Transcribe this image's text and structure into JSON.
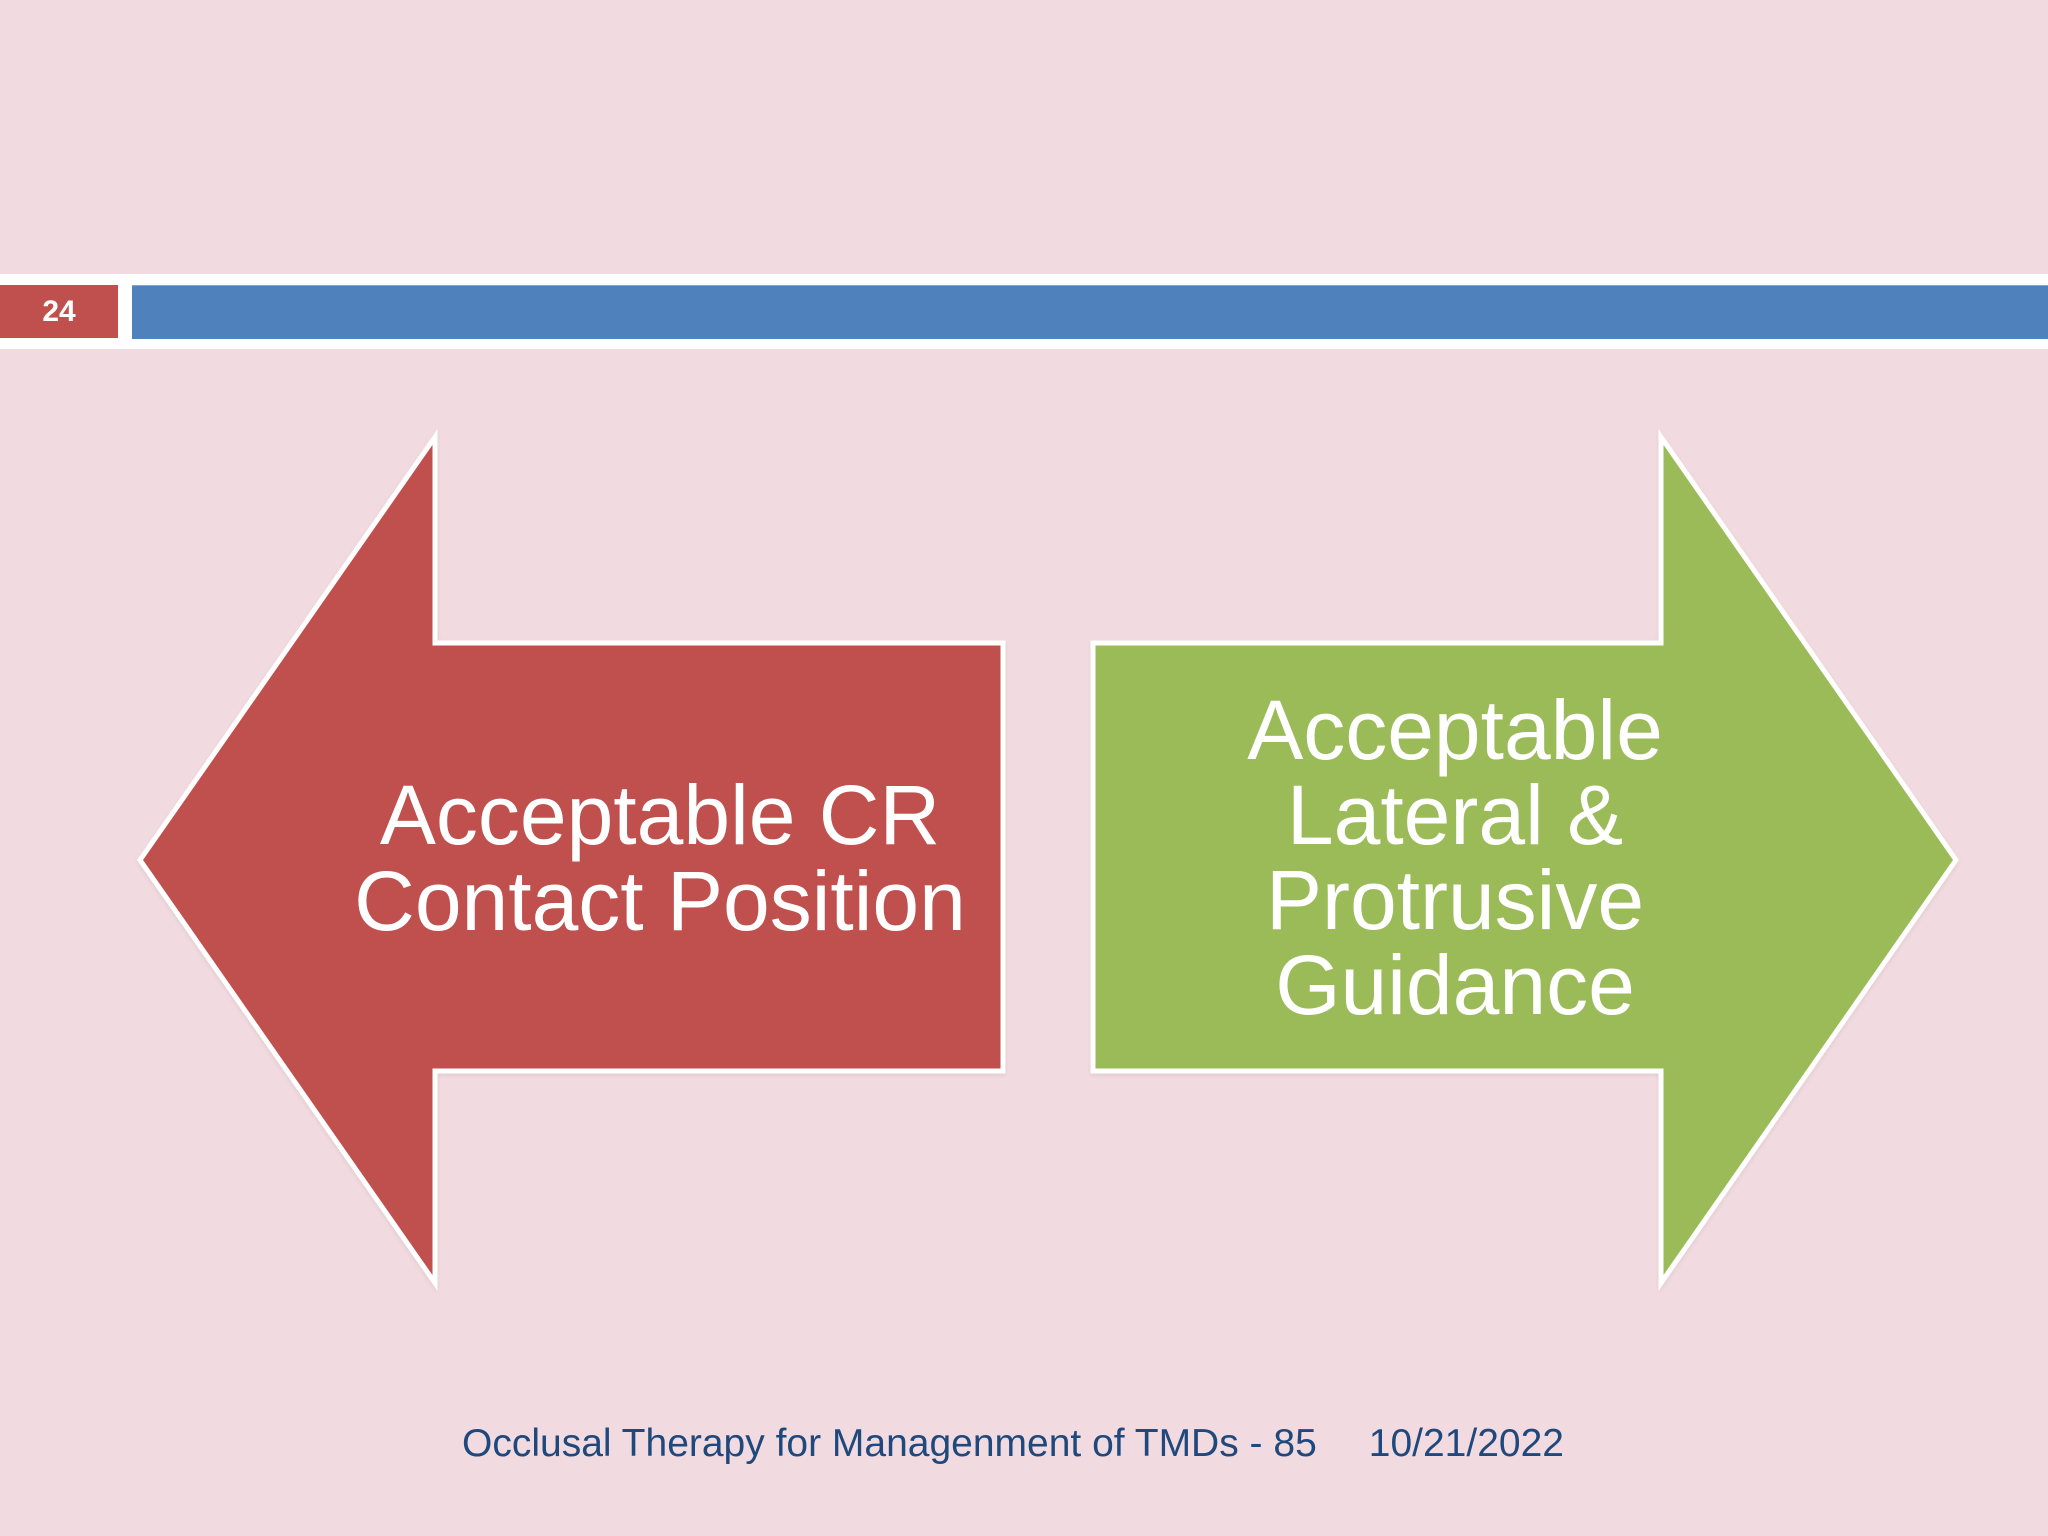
{
  "slide": {
    "page_number": "24",
    "arrows": {
      "left": {
        "label": "Acceptable CR\nContact Position",
        "direction": "left"
      },
      "right": {
        "label": "Acceptable\nLateral &\nProtrusive\nGuidance",
        "direction": "right"
      }
    },
    "footer": {
      "title": "Occlusal Therapy for Managenment of TMDs - 85",
      "date": "10/21/2022"
    }
  },
  "colors": {
    "background": "#f2dbe0",
    "band": "#ffffff",
    "bar_blue": "#4f81bd",
    "accent_red": "#c0504d",
    "accent_green": "#9bbb59",
    "footer_text": "#1f497d",
    "arrow_text": "#ffffff"
  }
}
